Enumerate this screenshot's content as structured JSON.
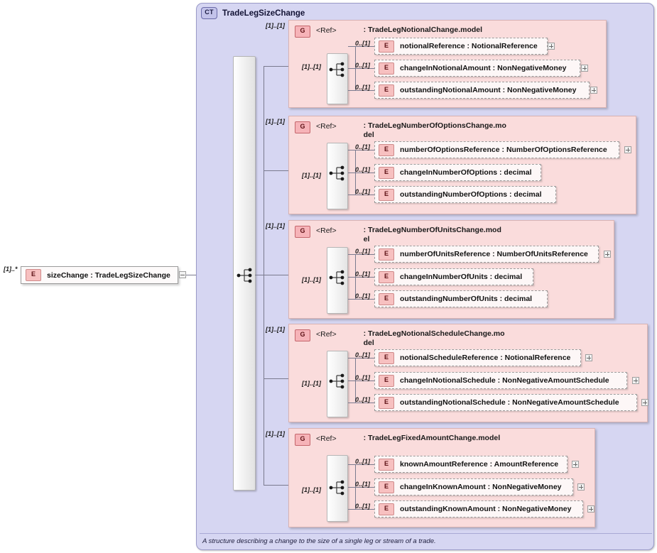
{
  "diagram": {
    "kind": "xsd-schema-diagram",
    "root_element": {
      "icon": "element-icon",
      "badge": "E",
      "label": "sizeChange : TradeLegSizeChange",
      "cardinality": "[1]..*",
      "toggle": "minus-icon"
    },
    "complex_type": {
      "badge": "CT",
      "title": "TradeLegSizeChange",
      "compositor": "choice-connector-icon",
      "annotation": "A structure describing a change to the size of a single leg or stream of a trade."
    },
    "groups": [
      {
        "badge": "G",
        "ref": "<Ref>",
        "type": ": TradeLegNotionalChange.model",
        "cardinality": "[1]..[1]",
        "inner_cardinality": "[1]..[1]",
        "compositor": "sequence-connector-icon",
        "elements": [
          {
            "badge": "E",
            "label": "notionalReference : NotionalReference",
            "cardinality": "0..[1]",
            "expand": "plus-icon"
          },
          {
            "badge": "E",
            "label": "changeInNotionalAmount : NonNegativeMoney",
            "cardinality": "0..[1]",
            "expand": "plus-icon"
          },
          {
            "badge": "E",
            "label": "outstandingNotionalAmount : NonNegativeMoney",
            "cardinality": "0..[1]",
            "expand": "plus-icon"
          }
        ]
      },
      {
        "badge": "G",
        "ref": "<Ref>",
        "type": ": TradeLegNumberOfOptionsChange.model",
        "cardinality": "[1]..[1]",
        "inner_cardinality": "[1]..[1]",
        "compositor": "sequence-connector-icon",
        "elements": [
          {
            "badge": "E",
            "label": "numberOfOptionsReference : NumberOfOptionsReference",
            "cardinality": "0..[1]",
            "expand": "plus-icon"
          },
          {
            "badge": "E",
            "label": "changeInNumberOfOptions : decimal",
            "cardinality": "0..[1]",
            "expand": null
          },
          {
            "badge": "E",
            "label": "outstandingNumberOfOptions : decimal",
            "cardinality": "0..[1]",
            "expand": null
          }
        ]
      },
      {
        "badge": "G",
        "ref": "<Ref>",
        "type": ": TradeLegNumberOfUnitsChange.model",
        "cardinality": "[1]..[1]",
        "inner_cardinality": "[1]..[1]",
        "compositor": "sequence-connector-icon",
        "elements": [
          {
            "badge": "E",
            "label": "numberOfUnitsReference : NumberOfUnitsReference",
            "cardinality": "0..[1]",
            "expand": "plus-icon"
          },
          {
            "badge": "E",
            "label": "changeInNumberOfUnits : decimal",
            "cardinality": "0..[1]",
            "expand": null
          },
          {
            "badge": "E",
            "label": "outstandingNumberOfUnits : decimal",
            "cardinality": "0..[1]",
            "expand": null
          }
        ]
      },
      {
        "badge": "G",
        "ref": "<Ref>",
        "type": ": TradeLegNotionalScheduleChange.model",
        "cardinality": "[1]..[1]",
        "inner_cardinality": "[1]..[1]",
        "compositor": "sequence-connector-icon",
        "elements": [
          {
            "badge": "E",
            "label": "notionalScheduleReference : NotionalReference",
            "cardinality": "0..[1]",
            "expand": "plus-icon"
          },
          {
            "badge": "E",
            "label": "changeInNotionalSchedule : NonNegativeAmountSchedule",
            "cardinality": "0..[1]",
            "expand": "plus-icon"
          },
          {
            "badge": "E",
            "label": "outstandingNotionalSchedule : NonNegativeAmountSchedule",
            "cardinality": "0..[1]",
            "expand": "plus-icon"
          }
        ]
      },
      {
        "badge": "G",
        "ref": "<Ref>",
        "type": ": TradeLegFixedAmountChange.model",
        "cardinality": "[1]..[1]",
        "inner_cardinality": "[1]..[1]",
        "compositor": "sequence-connector-icon",
        "elements": [
          {
            "badge": "E",
            "label": "knownAmountReference : AmountReference",
            "cardinality": "0..[1]",
            "expand": "plus-icon"
          },
          {
            "badge": "E",
            "label": "changeInKnownAmount : NonNegativeMoney",
            "cardinality": "0..[1]",
            "expand": "plus-icon"
          },
          {
            "badge": "E",
            "label": "outstandingKnownAmount : NonNegativeMoney",
            "cardinality": "0..[1]",
            "expand": "plus-icon"
          }
        ]
      }
    ],
    "colors": {
      "complex_type_fill": "#d6d6f2",
      "group_fill": "#fadcdc",
      "element_fill": "#fdf7f7",
      "badge_red": "#f6b3b8",
      "badge_blue": "#c3c3ea",
      "wire": "#7a7a8e"
    }
  }
}
